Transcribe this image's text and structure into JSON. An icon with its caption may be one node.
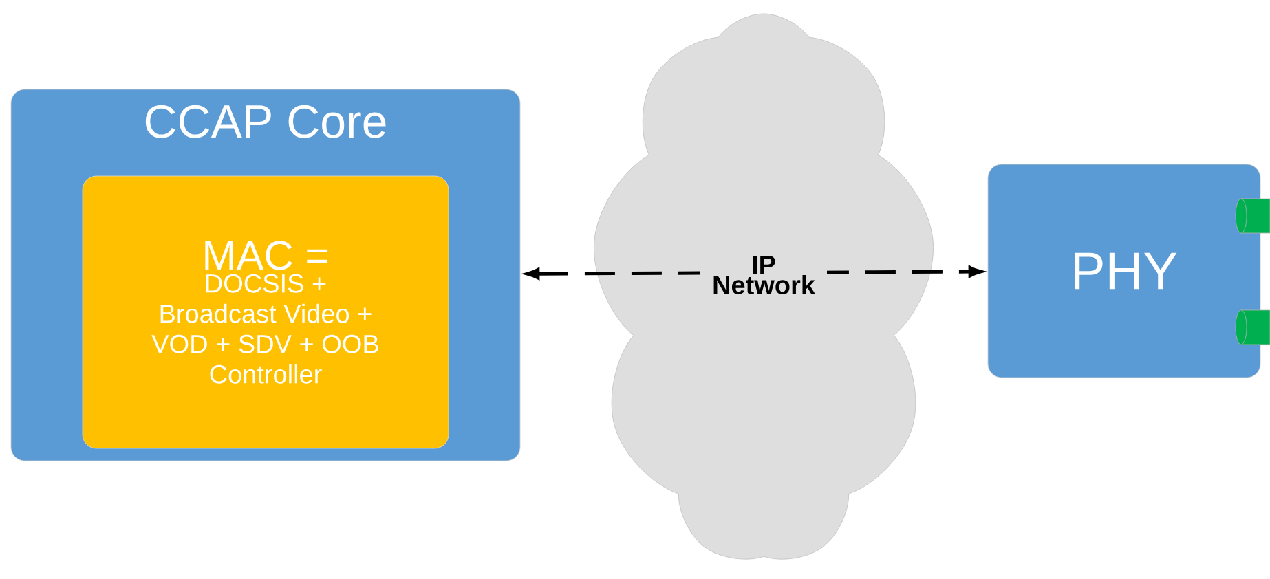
{
  "diagram": {
    "nodes": [
      {
        "text": [
          "CCAP Core"
        ]
      },
      {
        "text": [
          "MAC =",
          "DOCSIS + Broadcast Video + VOD + SDV + OOB Controller"
        ],
        "in": 0
      },
      {
        "text": [
          "PHY"
        ]
      }
    ],
    "edges": [
      {
        "from": 0,
        "to": 2,
        "arrow": "both",
        "style": "dashed",
        "label": "IP Network"
      }
    ]
  }
}
